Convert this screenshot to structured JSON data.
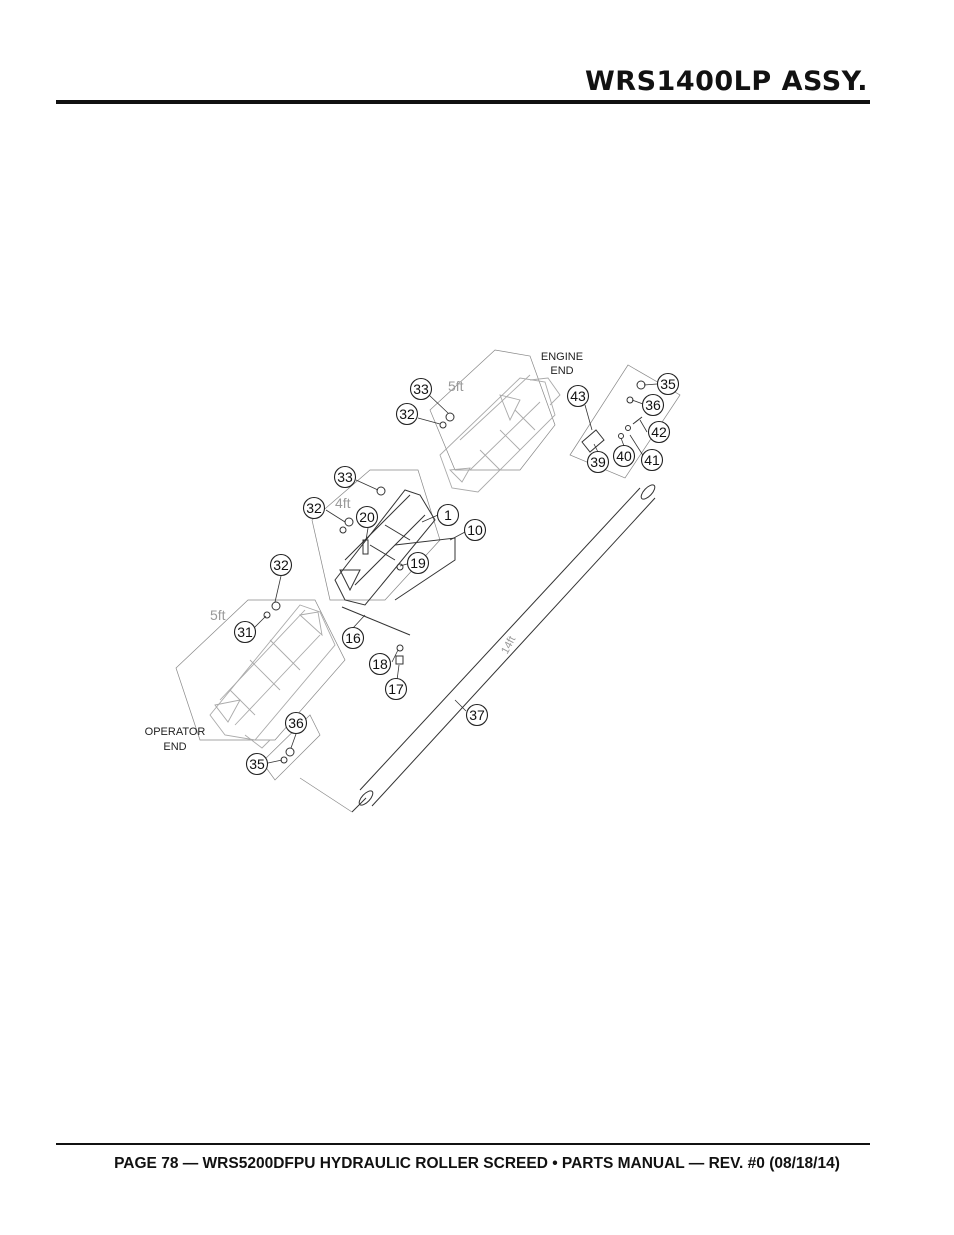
{
  "header": {
    "title": "WRS1400LP ASSY."
  },
  "footer": {
    "text": "PAGE 78 — WRS5200DFPU HYDRAULIC ROLLER SCREED • PARTS MANUAL  — REV. #0 (08/18/14)"
  },
  "diagram": {
    "end_labels": {
      "engine": [
        "ENGINE",
        "END"
      ],
      "operator": [
        "OPERATOR",
        "END"
      ]
    },
    "lengths": {
      "top_section": "5ft",
      "middle_section": "4ft",
      "bottom_section": "5ft",
      "roller": "14ft"
    },
    "callouts": [
      {
        "id": "c33a",
        "label": "33"
      },
      {
        "id": "c32a",
        "label": "32"
      },
      {
        "id": "c43",
        "label": "43"
      },
      {
        "id": "c35a",
        "label": "35"
      },
      {
        "id": "c36a",
        "label": "36"
      },
      {
        "id": "c42",
        "label": "42"
      },
      {
        "id": "c41",
        "label": "41"
      },
      {
        "id": "c40",
        "label": "40"
      },
      {
        "id": "c39",
        "label": "39"
      },
      {
        "id": "c33b",
        "label": "33"
      },
      {
        "id": "c32b",
        "label": "32"
      },
      {
        "id": "c20",
        "label": "20"
      },
      {
        "id": "c1",
        "label": "1"
      },
      {
        "id": "c10",
        "label": "10"
      },
      {
        "id": "c19",
        "label": "19"
      },
      {
        "id": "c32c",
        "label": "32"
      },
      {
        "id": "c31",
        "label": "31"
      },
      {
        "id": "c16",
        "label": "16"
      },
      {
        "id": "c18",
        "label": "18"
      },
      {
        "id": "c17",
        "label": "17"
      },
      {
        "id": "c37",
        "label": "37"
      },
      {
        "id": "c36b",
        "label": "36"
      },
      {
        "id": "c35b",
        "label": "35"
      }
    ]
  }
}
